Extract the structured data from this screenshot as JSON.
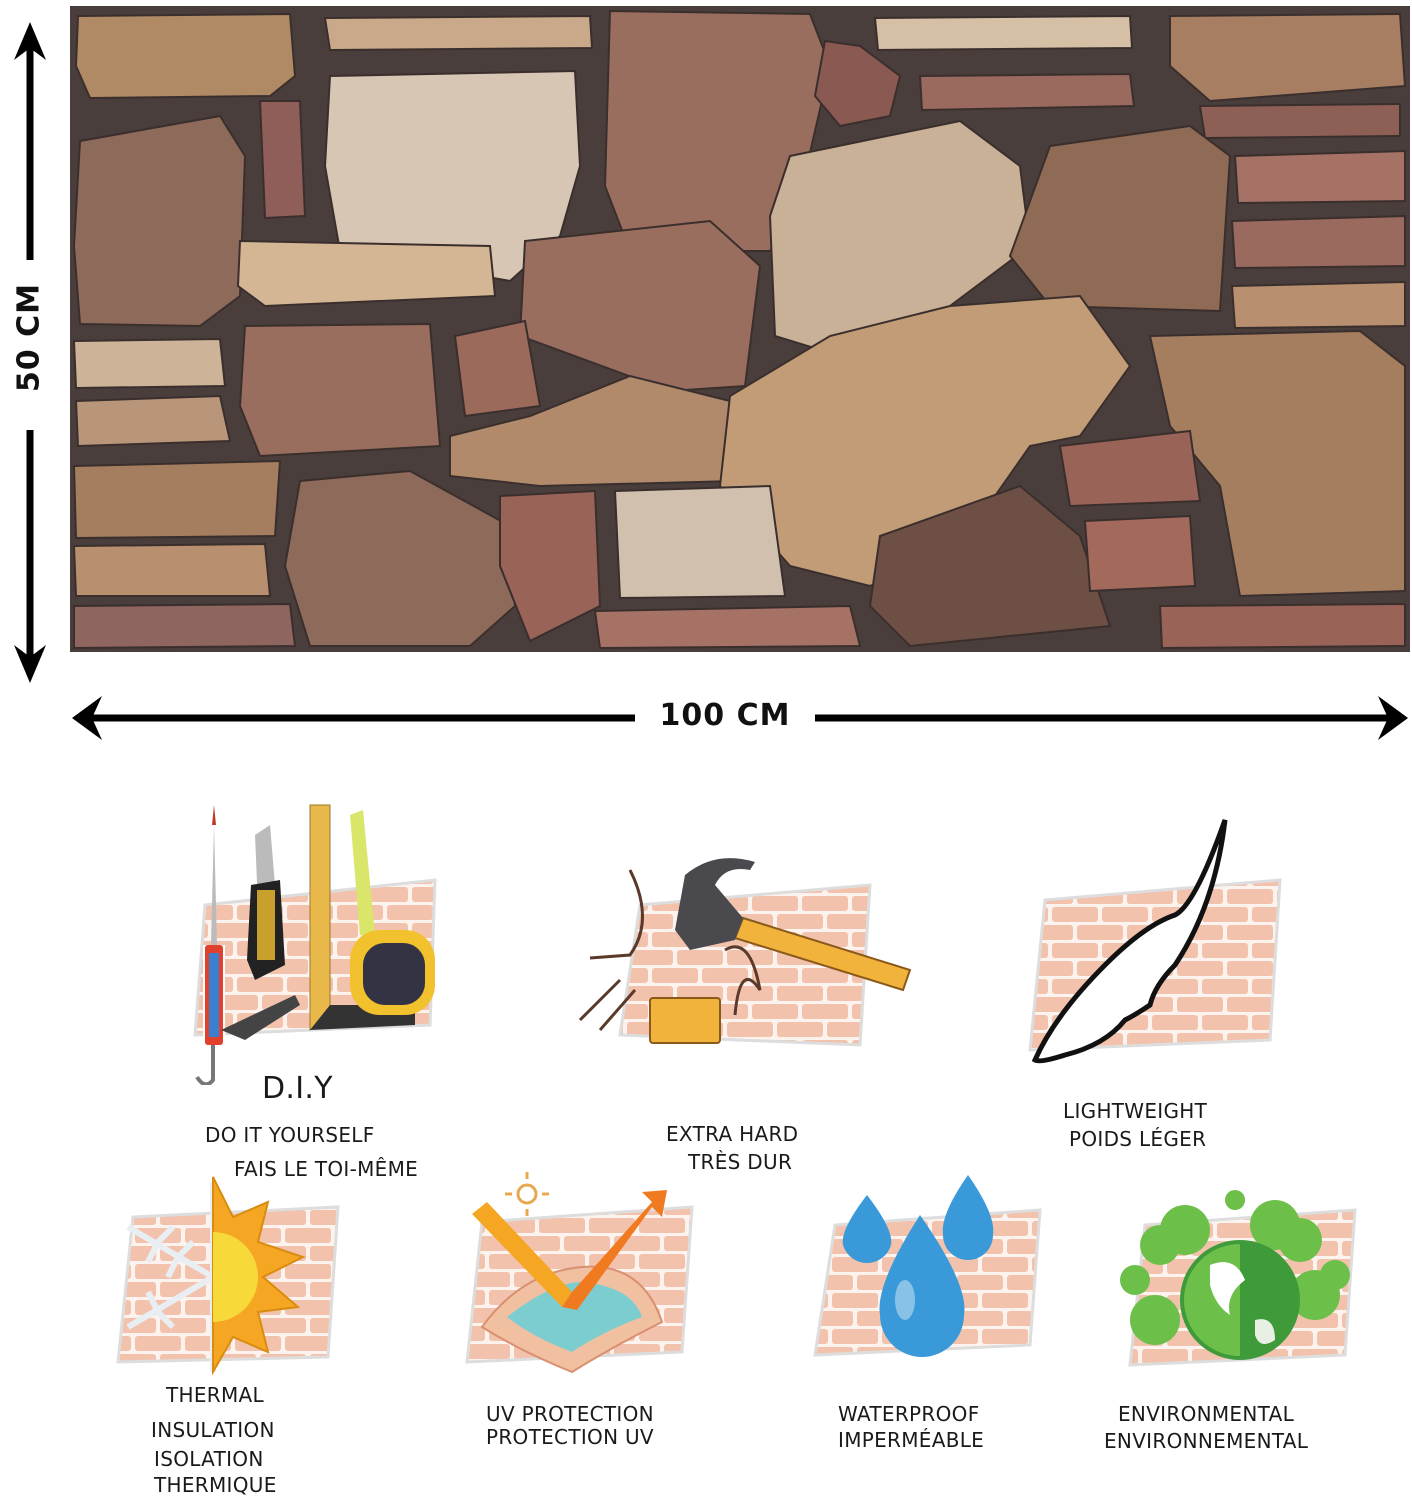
{
  "product_panel": {
    "description": "stone-wall-panel",
    "height_label": "50 CM",
    "width_label": "100 CM",
    "colors": {
      "mortar": "#4a3e3c",
      "stone_tones": [
        "#b9926c",
        "#d8c6b4",
        "#9a6e5e",
        "#c9a98a",
        "#8e6a5a",
        "#a57e60",
        "#cdb397",
        "#7c5a50",
        "#b08a6a"
      ]
    }
  },
  "features": [
    {
      "id": "diy",
      "icon": "tools-icon",
      "title": "D.I.Y",
      "line1": "DO IT YOURSELF",
      "line2": "FAIS LE TOI-MÊME"
    },
    {
      "id": "extra_hard",
      "icon": "hammer-icon",
      "line1": "EXTRA HARD",
      "line2": "TRÈS DUR"
    },
    {
      "id": "lightweight",
      "icon": "feather-icon",
      "line1": "LIGHTWEIGHT",
      "line2": "POIDS LÉGER"
    },
    {
      "id": "thermal",
      "icon": "snowflake-sun-icon",
      "line1": "THERMAL",
      "line2": "INSULATION",
      "line3": "ISOLATION",
      "line4": "THERMIQUE"
    },
    {
      "id": "uv",
      "icon": "uv-reflect-icon",
      "line1": "UV PROTECTION",
      "line2": "PROTECTION UV"
    },
    {
      "id": "waterproof",
      "icon": "water-drops-icon",
      "line1": "WATERPROOF",
      "line2": "IMPERMÉABLE"
    },
    {
      "id": "environmental",
      "icon": "earth-trees-icon",
      "line1": "ENVIRONMENTAL",
      "line2": "ENVIRONNEMENTAL"
    }
  ],
  "icon_colors": {
    "brick_fill": "#f2c2ac",
    "brick_mortar": "#fdf3ee",
    "hammer_handle": "#f2b33d",
    "sun": "#f5a623",
    "sun_core": "#f8d93a",
    "water": "#3a9ad9",
    "tree_green": "#6cc04a",
    "earth_dark": "#3f9a3a"
  }
}
